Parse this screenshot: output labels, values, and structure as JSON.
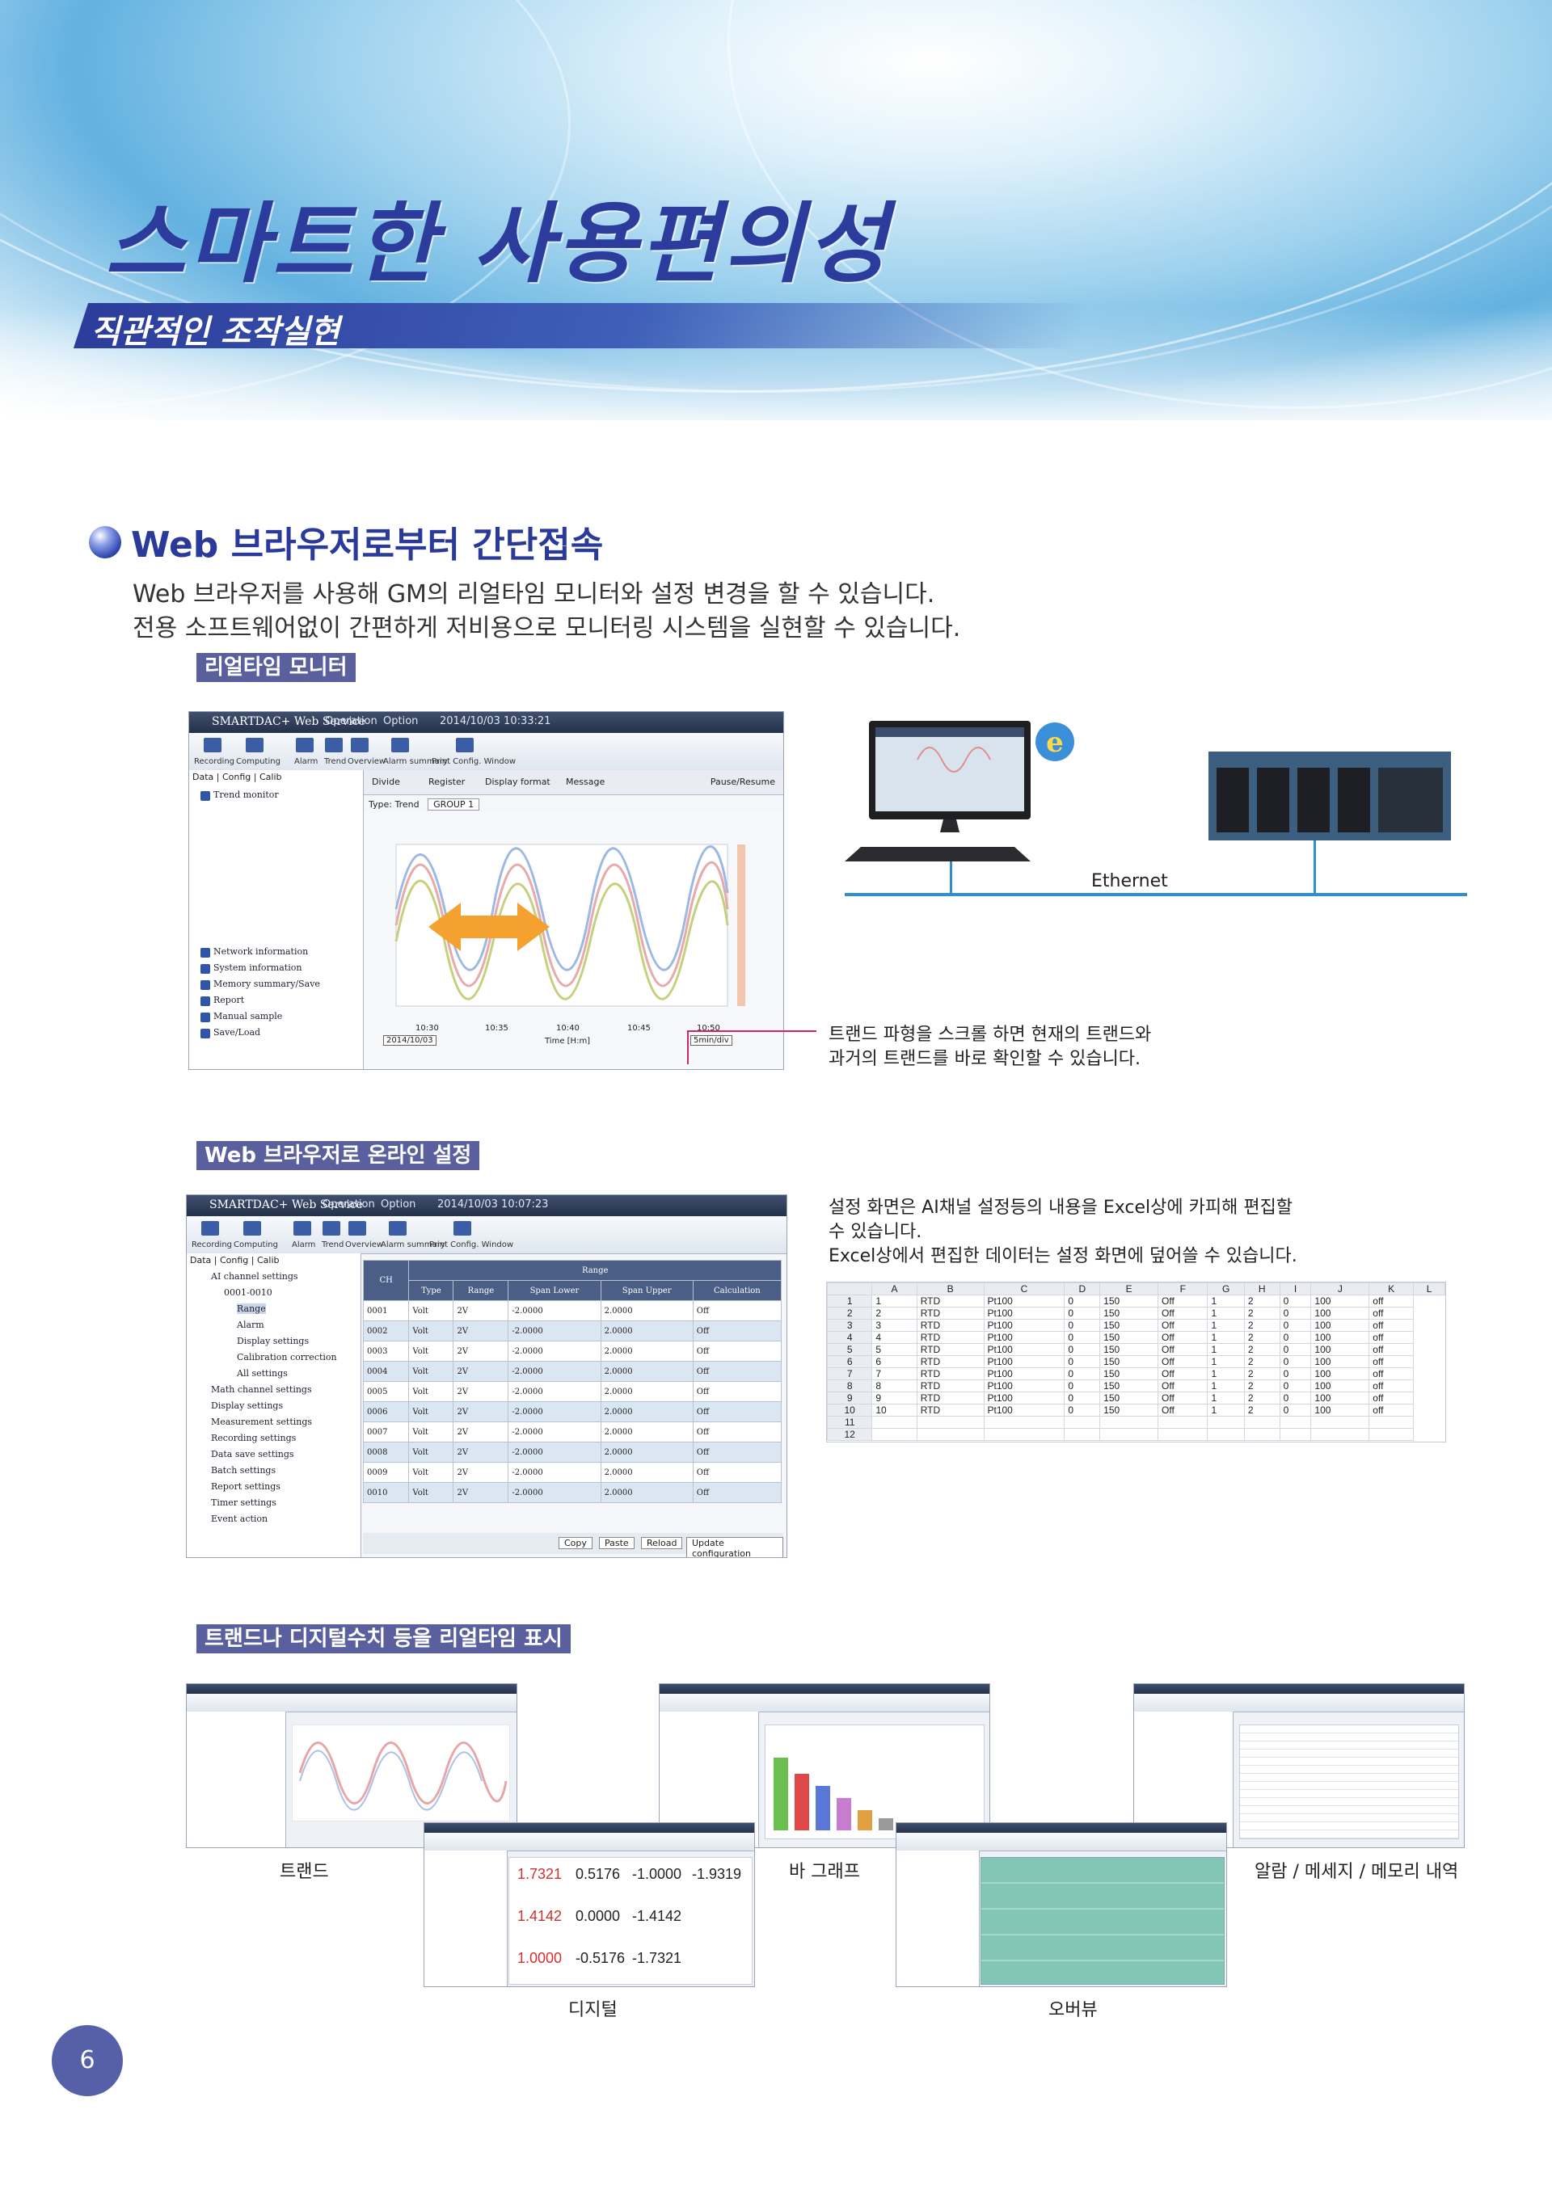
{
  "header": {
    "title": "스마트한 사용편의성",
    "subtitle": "직관적인 조작실현"
  },
  "section": {
    "title": "Web 브라우저로부터 간단접속",
    "intro_1": "Web 브라우저를 사용해 GM의 리얼타임 모니터와 설정 변경을 할 수 있습니다.",
    "intro_2": "전용 소프트웨어없이 간편하게 저비용으로 모니터링 시스템을 실현할 수 있습니다."
  },
  "monitor": {
    "label": "리얼타임 모니터",
    "window_title": "SMARTDAC+ Web Service",
    "menu": [
      "Operation",
      "Option"
    ],
    "datetime": "2014/10/03 10:33:21",
    "toolbar": [
      "Recording",
      "Computing",
      "Alarm",
      "Trend",
      "Overview",
      "Alarm summary",
      "Print Config. Window"
    ],
    "tabs": [
      "Data",
      "Config",
      "Calib"
    ],
    "tree": [
      "Trend monitor",
      "Network information",
      "System information",
      "Memory summary/Save",
      "Report",
      "Manual sample",
      "Save/Load"
    ],
    "actions": [
      "Divide",
      "Register",
      "Display format",
      "Message",
      "Pause/Resume"
    ],
    "type_label": "Type: Trend",
    "group": "GROUP 1",
    "times": [
      "10:30",
      "10:35",
      "10:40",
      "10:45",
      "10:50"
    ],
    "date": "2014/10/03",
    "axis_label": "Time [H:m]",
    "span": "5min/div",
    "ethernet": "Ethernet",
    "desc_1": "트랜드 파형을 스크롤 하면 현재의 트랜드와",
    "desc_2": "과거의 트랜드를 바로 확인할 수 있습니다."
  },
  "setting": {
    "label": "Web 브라우저로 온라인 설정",
    "datetime": "2014/10/03 10:07:23",
    "tree": [
      "AI channel settings",
      "0001-0010",
      "Range",
      "Alarm",
      "Display settings",
      "Calibration correction",
      "All settings",
      "Math channel settings",
      "Display settings",
      "Measurement settings",
      "Recording settings",
      "Data save settings",
      "Batch settings",
      "Report settings",
      "Timer settings",
      "Event action"
    ],
    "columns": [
      "CH",
      "Type",
      "Range",
      "Span Lower",
      "Span Upper",
      "Calculation"
    ],
    "range_header": "Range",
    "rows": [
      [
        "0001",
        "Volt",
        "2V",
        "-2.0000",
        "2.0000",
        "Off"
      ],
      [
        "0002",
        "Volt",
        "2V",
        "-2.0000",
        "2.0000",
        "Off"
      ],
      [
        "0003",
        "Volt",
        "2V",
        "-2.0000",
        "2.0000",
        "Off"
      ],
      [
        "0004",
        "Volt",
        "2V",
        "-2.0000",
        "2.0000",
        "Off"
      ],
      [
        "0005",
        "Volt",
        "2V",
        "-2.0000",
        "2.0000",
        "Off"
      ],
      [
        "0006",
        "Volt",
        "2V",
        "-2.0000",
        "2.0000",
        "Off"
      ],
      [
        "0007",
        "Volt",
        "2V",
        "-2.0000",
        "2.0000",
        "Off"
      ],
      [
        "0008",
        "Volt",
        "2V",
        "-2.0000",
        "2.0000",
        "Off"
      ],
      [
        "0009",
        "Volt",
        "2V",
        "-2.0000",
        "2.0000",
        "Off"
      ],
      [
        "0010",
        "Volt",
        "2V",
        "-2.0000",
        "2.0000",
        "Off"
      ]
    ],
    "buttons": [
      "Copy",
      "Paste",
      "Reload",
      "Update configuration"
    ],
    "desc_1": "설정 화면은 AI채널 설정등의 내용을 Excel상에 카피해 편집할",
    "desc_2": "수 있습니다.",
    "desc_3": "Excel상에서 편집한 데이터는 설정 화면에 덮어쓸 수 있습니다.",
    "excel_cols": [
      "A",
      "B",
      "C",
      "D",
      "E",
      "F",
      "G",
      "H",
      "I",
      "J",
      "K",
      "L"
    ],
    "excel_rows": [
      [
        "1",
        "1",
        "RTD",
        "Pt100",
        "0",
        "150",
        "Off",
        "1",
        "2",
        "0",
        "100",
        "off"
      ],
      [
        "2",
        "2",
        "RTD",
        "Pt100",
        "0",
        "150",
        "Off",
        "1",
        "2",
        "0",
        "100",
        "off"
      ],
      [
        "3",
        "3",
        "RTD",
        "Pt100",
        "0",
        "150",
        "Off",
        "1",
        "2",
        "0",
        "100",
        "off"
      ],
      [
        "4",
        "4",
        "RTD",
        "Pt100",
        "0",
        "150",
        "Off",
        "1",
        "2",
        "0",
        "100",
        "off"
      ],
      [
        "5",
        "5",
        "RTD",
        "Pt100",
        "0",
        "150",
        "Off",
        "1",
        "2",
        "0",
        "100",
        "off"
      ],
      [
        "6",
        "6",
        "RTD",
        "Pt100",
        "0",
        "150",
        "Off",
        "1",
        "2",
        "0",
        "100",
        "off"
      ],
      [
        "7",
        "7",
        "RTD",
        "Pt100",
        "0",
        "150",
        "Off",
        "1",
        "2",
        "0",
        "100",
        "off"
      ],
      [
        "8",
        "8",
        "RTD",
        "Pt100",
        "0",
        "150",
        "Off",
        "1",
        "2",
        "0",
        "100",
        "off"
      ],
      [
        "9",
        "9",
        "RTD",
        "Pt100",
        "0",
        "150",
        "Off",
        "1",
        "2",
        "0",
        "100",
        "off"
      ],
      [
        "10",
        "10",
        "RTD",
        "Pt100",
        "0",
        "150",
        "Off",
        "1",
        "2",
        "0",
        "100",
        "off"
      ],
      [
        "11",
        "",
        "",
        "",
        "",
        "",
        "",
        "",
        "",
        "",
        "",
        ""
      ],
      [
        "12",
        "",
        "",
        "",
        "",
        "",
        "",
        "",
        "",
        "",
        "",
        ""
      ]
    ]
  },
  "display": {
    "label": "트랜드나 디지털수치 등을 리얼타임 표시",
    "captions": {
      "trend": "트랜드",
      "bar": "바 그래프",
      "alarm": "알람 / 메세지 / 메모리 내역",
      "digital": "디지털",
      "overview": "오버뷰"
    },
    "digital_values": [
      "1.7321",
      "0.5176",
      "-1.0000",
      "-1.9319",
      "1.4142",
      "0.0000",
      "-1.4142",
      "1.0000",
      "-0.5176",
      "-1.7321"
    ]
  },
  "page_number": "6",
  "colors": {
    "brand_blue": "#2c3c9c",
    "label_bg": "#5a5f9e",
    "arrow": "#f4a12f",
    "callout_line": "#d0256b"
  }
}
